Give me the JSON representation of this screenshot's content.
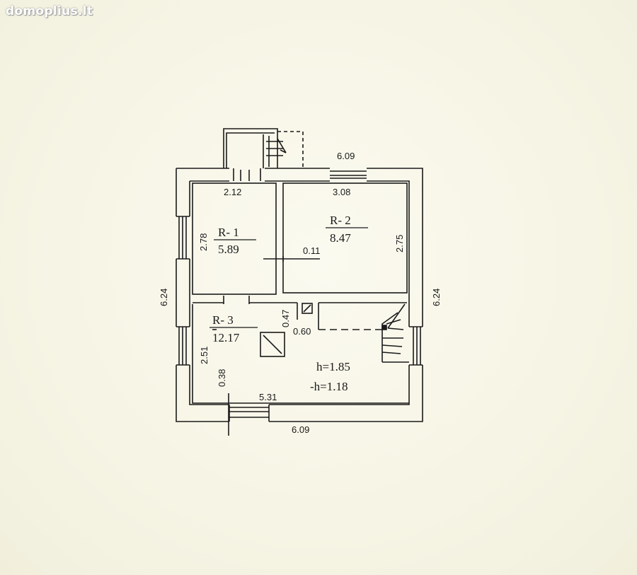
{
  "watermark": "domoplius.lt",
  "colors": {
    "background": "#f7f5e8",
    "wall": "#1a1a1a"
  },
  "rooms": [
    {
      "id": "R- 1",
      "area": "5.89",
      "width": "2.12",
      "depth": "2.78"
    },
    {
      "id": "R- 2",
      "area": "8.47",
      "width": "3.08",
      "depth": "2.75"
    },
    {
      "id": "R- 3",
      "area": "12.17",
      "width": "5.31",
      "depth": "2.51"
    }
  ],
  "dimensions": {
    "top_outer": "6.09",
    "bottom_outer": "6.09",
    "left_outer": "6.24",
    "right_outer": "6.24",
    "partition": "0.11",
    "niche_depth": "0.47",
    "niche_width": "0.60",
    "door_offset": "0.38"
  },
  "heights": {
    "h": "h=1.85",
    "minus_h": "-h=1.18"
  }
}
